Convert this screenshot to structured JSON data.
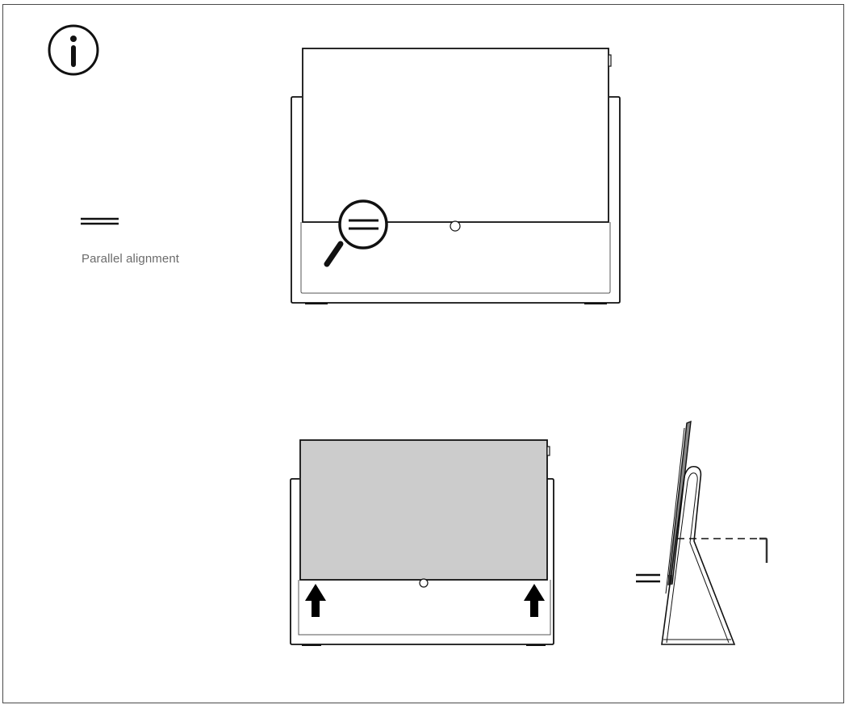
{
  "page": {
    "type": "installation-instruction-diagram"
  },
  "info": {
    "icon": "info-icon"
  },
  "legend": {
    "symbol": "parallel-equals-symbol",
    "label": "Parallel alignment"
  },
  "figures": [
    {
      "id": "figure-1",
      "description": "Front view of display mounted in table stand, magnifier highlighting parallel alignment of display bottom edge with stand",
      "icons": [
        "magnifier-icon",
        "parallel-equals-symbol",
        "camera-dot"
      ]
    },
    {
      "id": "figure-2",
      "description": "Front view with display panel shaded gray, arrows indicating pushing display upward",
      "icons": [
        "up-arrow-icon",
        "up-arrow-icon",
        "camera-dot"
      ],
      "panel_fill": "#cccccc"
    },
    {
      "id": "figure-3",
      "description": "Side view of display on stand with parallel symbol and dashed leader to hex key",
      "icons": [
        "parallel-equals-symbol",
        "hex-key-icon",
        "dashed-leader-line"
      ]
    }
  ],
  "colors": {
    "line": "#1a1a1a",
    "panel_gray": "#cccccc",
    "label_gray": "#6b6b6b",
    "frame": "#4a4a4a"
  }
}
